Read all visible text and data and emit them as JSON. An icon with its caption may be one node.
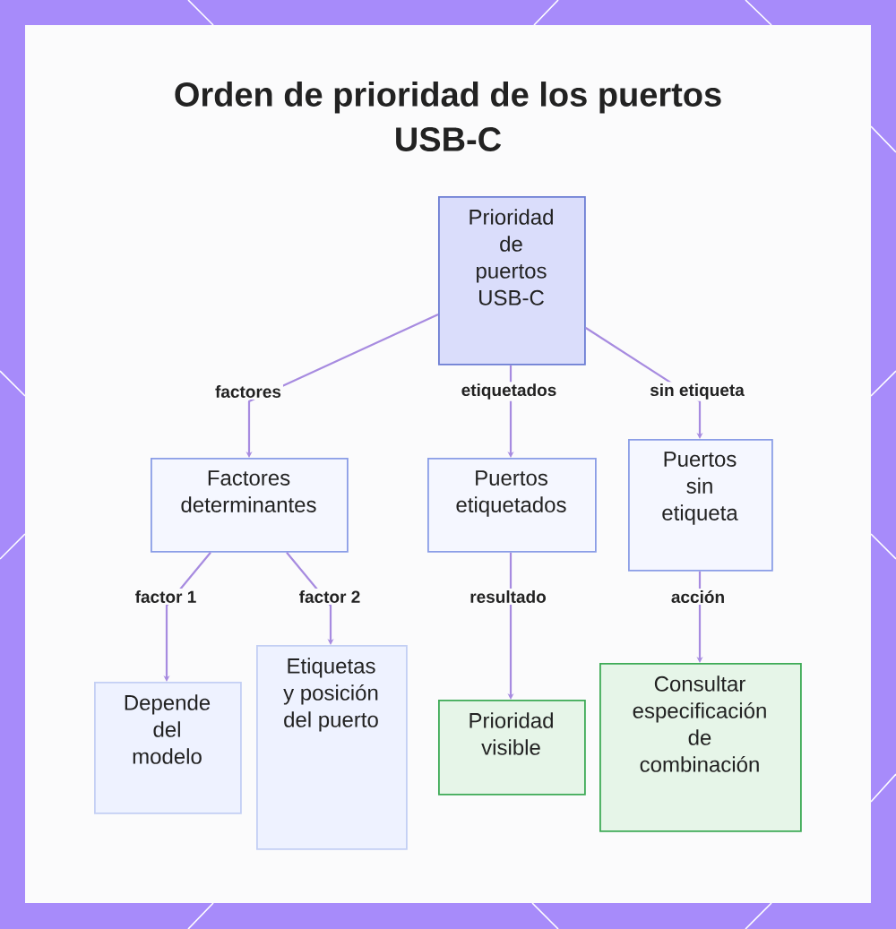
{
  "diagram": {
    "title": "Orden de prioridad de los puertos USB-C",
    "nodes": [
      {
        "text": [
          "Prioridad de puertos USB-C"
        ]
      },
      {
        "text": [
          "Factores determinantes"
        ]
      },
      {
        "text": [
          "Puertos etiquetados"
        ]
      },
      {
        "text": [
          "Puertos sin etiqueta"
        ]
      },
      {
        "text": [
          "Depende del modelo"
        ]
      },
      {
        "text": [
          "Etiquetas y posición del puerto"
        ]
      },
      {
        "text": [
          "Prioridad visible"
        ]
      },
      {
        "text": [
          "Consultar especificación de combinación"
        ]
      }
    ],
    "edges": [
      {
        "from": 0,
        "to": 1,
        "arrow": "to",
        "label": "factores"
      },
      {
        "from": 0,
        "to": 2,
        "arrow": "to",
        "label": "etiquetados"
      },
      {
        "from": 0,
        "to": 3,
        "arrow": "to",
        "label": "sin etiqueta"
      },
      {
        "from": 1,
        "to": 4,
        "arrow": "to",
        "label": "factor 1"
      },
      {
        "from": 1,
        "to": 5,
        "arrow": "to",
        "label": "factor 2"
      },
      {
        "from": 2,
        "to": 6,
        "arrow": "to",
        "label": "resultado"
      },
      {
        "from": 3,
        "to": 7,
        "arrow": "to",
        "label": "acción"
      }
    ]
  }
}
